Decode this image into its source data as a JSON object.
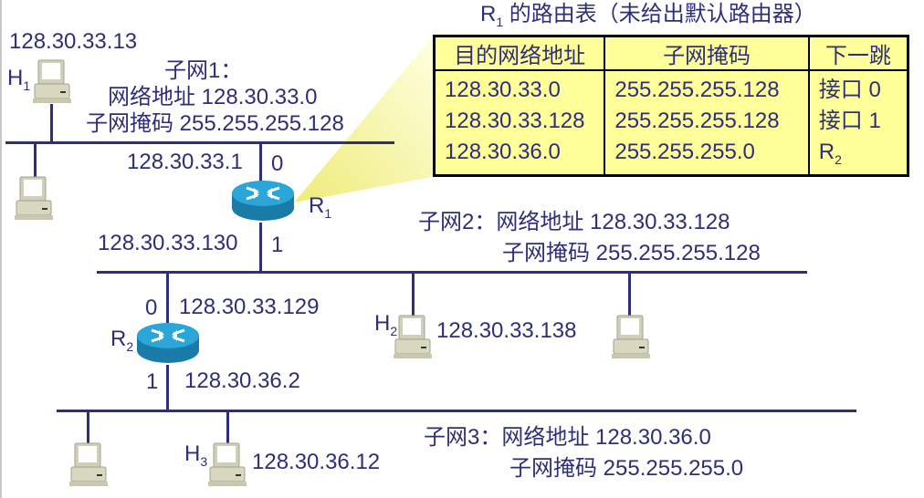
{
  "routing_table": {
    "title_prefix": "R",
    "title_sub": "1",
    "title_suffix": " 的路由表（未给出默认路由器）",
    "headers": [
      "目的网络地址",
      "子网掩码",
      "下一跳"
    ],
    "rows": [
      {
        "dest": "128.30.33.0",
        "mask": "255.255.255.128",
        "next_hop": "接口 0",
        "next_hop_sub": ""
      },
      {
        "dest": "128.30.33.128",
        "mask": "255.255.255.128",
        "next_hop": "接口 1",
        "next_hop_sub": ""
      },
      {
        "dest": "128.30.36.0",
        "mask": "255.255.255.0",
        "next_hop": "R",
        "next_hop_sub": "2"
      }
    ],
    "fill_color": "#ffff99",
    "callout_color": "#f0ee8a"
  },
  "subnet1": {
    "title": "子网1：",
    "address_line": "网络地址 128.30.33.0",
    "mask_line": "子网掩码 255.255.255.128"
  },
  "subnet2": {
    "address_line": "子网2：网络地址 128.30.33.128",
    "mask_line": "子网掩码 255.255.255.128"
  },
  "subnet3": {
    "address_line": "子网3：网络地址 128.30.36.0",
    "mask_line": "子网掩码 255.255.255.0"
  },
  "hosts": {
    "h1": {
      "name": "H",
      "sub": "1",
      "ip": "128.30.33.13"
    },
    "h2": {
      "name": "H",
      "sub": "2",
      "ip": "128.30.33.138"
    },
    "h3": {
      "name": "H",
      "sub": "3",
      "ip": "128.30.36.12"
    }
  },
  "routers": {
    "r1": {
      "name": "R",
      "sub": "1",
      "if0_label": "0",
      "if0_ip": "128.30.33.1",
      "if1_label": "1",
      "if1_ip": "128.30.33.130"
    },
    "r2": {
      "name": "R",
      "sub": "2",
      "if0_label": "0",
      "if0_ip": "128.30.33.129",
      "if1_label": "1",
      "if1_ip": "128.30.36.2"
    }
  },
  "colors": {
    "line": "#2e2e7a",
    "text": "#2e2e7a",
    "router_top": "#2aa6d8",
    "router_side": "#1a7aa8",
    "host_body": "#d8d8c0"
  }
}
